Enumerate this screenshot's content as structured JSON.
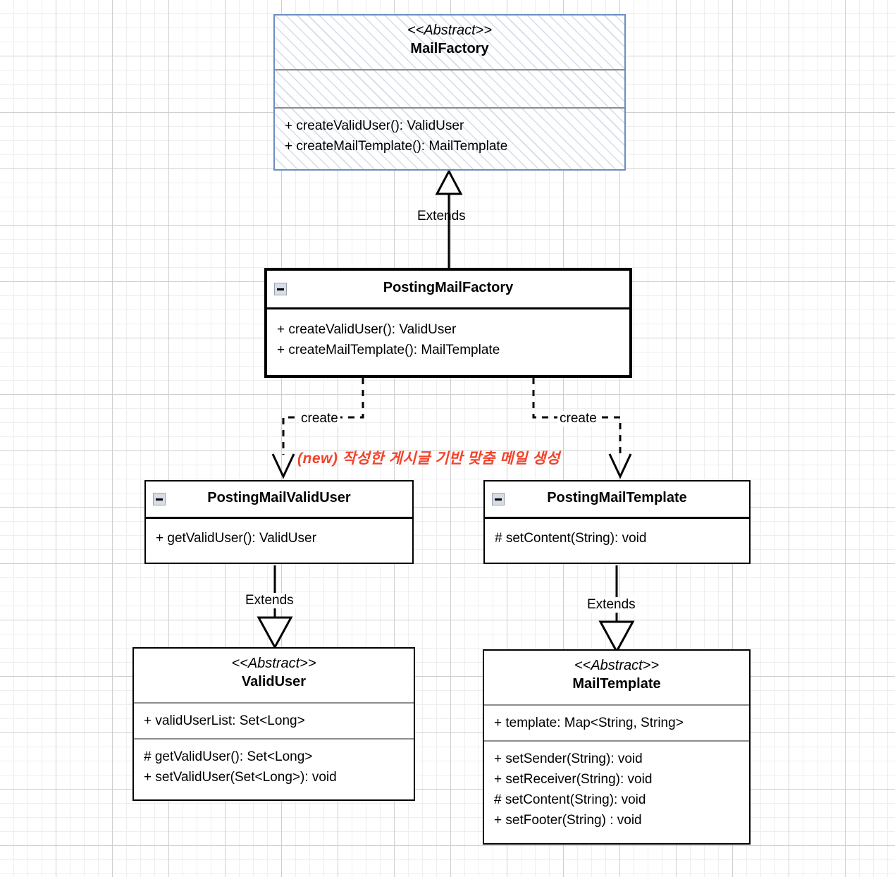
{
  "diagram": {
    "title": "Mail Factory UML Class Diagram",
    "background": "grid",
    "accent_blue": "#6c8ebf",
    "note_red": "#f4422a"
  },
  "classes": {
    "mail_factory": {
      "stereotype": "<<Abstract>>",
      "name": "MailFactory",
      "attributes": [],
      "methods": [
        "+ createValidUser(): ValidUser",
        "+ createMailTemplate(): MailTemplate"
      ]
    },
    "posting_mail_factory": {
      "stereotype": "",
      "name": "PostingMailFactory",
      "collapse_icon": "minus-icon",
      "methods": [
        "+ createValidUser(): ValidUser",
        "+ createMailTemplate(): MailTemplate"
      ]
    },
    "posting_mail_valid_user": {
      "stereotype": "",
      "name": "PostingMailValidUser",
      "collapse_icon": "minus-icon",
      "methods": [
        "+ getValidUser(): ValidUser"
      ]
    },
    "posting_mail_template": {
      "stereotype": "",
      "name": "PostingMailTemplate",
      "collapse_icon": "minus-icon",
      "methods": [
        "# setContent(String): void"
      ]
    },
    "valid_user": {
      "stereotype": "<<Abstract>>",
      "name": "ValidUser",
      "attributes": [
        "+ validUserList: Set<Long>"
      ],
      "methods": [
        "# getValidUser(): Set<Long>",
        "+ setValidUser(Set<Long>): void"
      ]
    },
    "mail_template": {
      "stereotype": "<<Abstract>>",
      "name": "MailTemplate",
      "attributes": [
        "+ template: Map<String, String>"
      ],
      "methods": [
        "+ setSender(String): void",
        "+ setReceiver(String): void",
        "# setContent(String): void",
        "+ setFooter(String) : void"
      ]
    }
  },
  "relations": {
    "extends_factory": "Extends",
    "extends_valid_user": "Extends",
    "extends_mail_template": "Extends",
    "create_left": "create",
    "create_right": "create"
  },
  "annotations": {
    "new_note": "(new) 작성한 게시글 기반 맞춤 메일 생성"
  }
}
